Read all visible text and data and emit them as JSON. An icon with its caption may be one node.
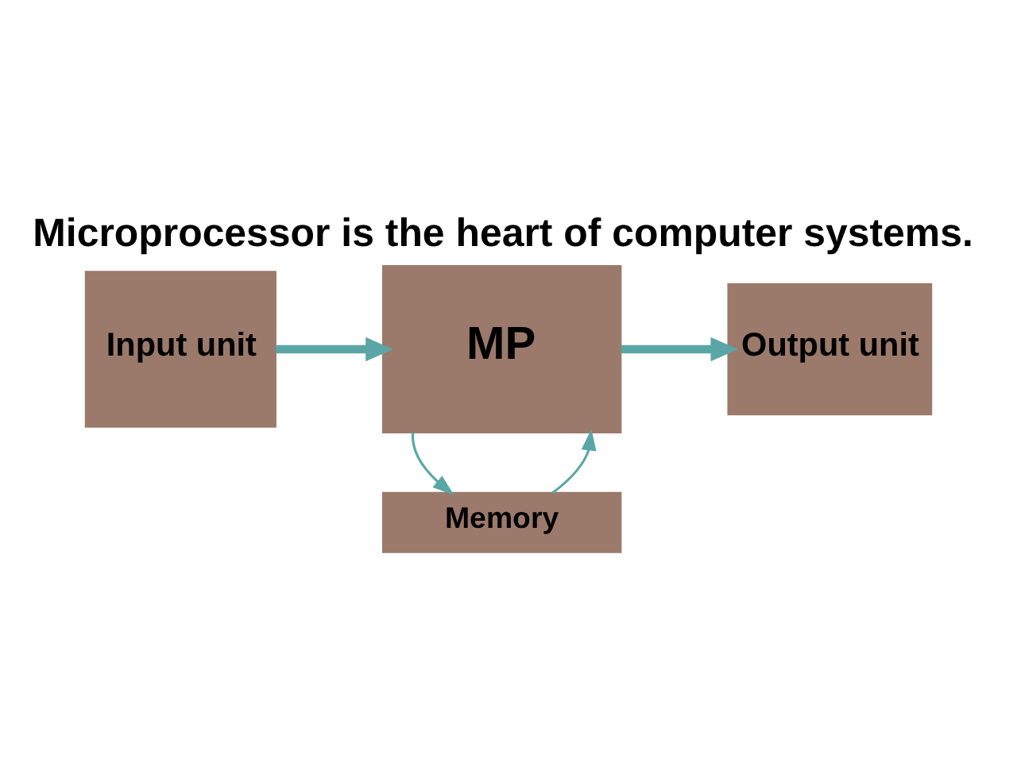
{
  "diagram": {
    "title": "Microprocessor is the heart of computer systems.",
    "nodes": [
      {
        "text": [
          "Input unit"
        ]
      },
      {
        "text": [
          "MP"
        ]
      },
      {
        "text": [
          "Output unit"
        ]
      },
      {
        "text": [
          "Memory"
        ]
      }
    ],
    "edges": [
      {
        "from": 0,
        "to": 1,
        "arrow": "to",
        "style": "thick"
      },
      {
        "from": 1,
        "to": 2,
        "arrow": "to",
        "style": "thick"
      },
      {
        "from": 3,
        "to": 1,
        "arrow": "to"
      },
      {
        "from": 1,
        "to": 3,
        "arrow": "to"
      }
    ]
  }
}
